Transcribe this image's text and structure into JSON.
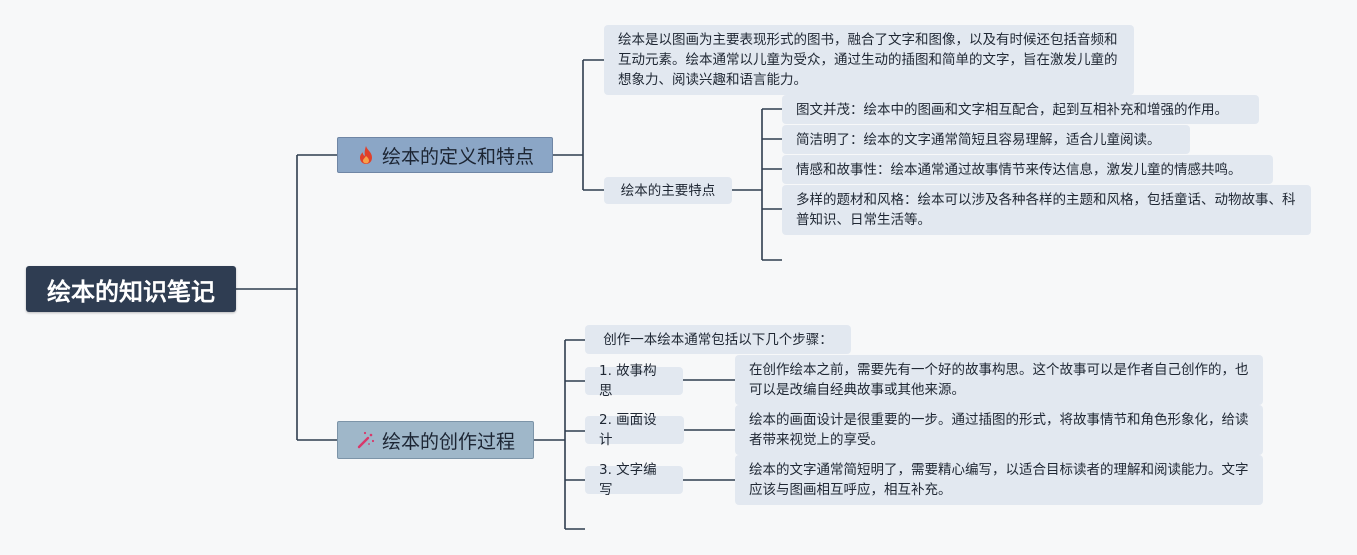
{
  "root": {
    "title": "绘本的知识笔记"
  },
  "branches": [
    {
      "title": "绘本的定义和特点",
      "icon": "fire-icon",
      "definition": "绘本是以图画为主要表现形式的图书，融合了文字和图像，以及有时候还包括音频和互动元素。绘本通常以儿童为受众，通过生动的插图和简单的文字，旨在激发儿童的想象力、阅读兴趣和语言能力。",
      "features": {
        "label": "绘本的主要特点",
        "items": [
          "图文并茂：绘本中的图画和文字相互配合，起到互相补充和增强的作用。",
          "简洁明了：绘本的文字通常简短且容易理解，适合儿童阅读。",
          "情感和故事性：绘本通常通过故事情节来传达信息，激发儿童的情感共鸣。",
          "多样的题材和风格：绘本可以涉及各种各样的主题和风格，包括童话、动物故事、科普知识、日常生活等。"
        ]
      }
    },
    {
      "title": "绘本的创作过程",
      "icon": "magic-wand-icon",
      "intro": "创作一本绘本通常包括以下几个步骤：",
      "steps": [
        {
          "label": "1. 故事构思",
          "detail": "在创作绘本之前，需要先有一个好的故事构思。这个故事可以是作者自己创作的，也可以是改编自经典故事或其他来源。"
        },
        {
          "label": "2. 画面设计",
          "detail": "绘本的画面设计是很重要的一步。通过插图的形式，将故事情节和角色形象化，给读者带来视觉上的享受。"
        },
        {
          "label": "3. 文字编写",
          "detail": "绘本的文字通常简短明了，需要精心编写，以适合目标读者的理解和阅读能力。文字应该与图画相互呼应，相互补充。"
        }
      ]
    }
  ],
  "colors": {
    "root_bg": "#2f3d52",
    "branch_bg": "#8ba6c6",
    "leaf_bg": "#e2e8f0",
    "line": "#2f3d4f",
    "fire_icon": "#e0402a",
    "wand_icon": "#d8386a"
  }
}
